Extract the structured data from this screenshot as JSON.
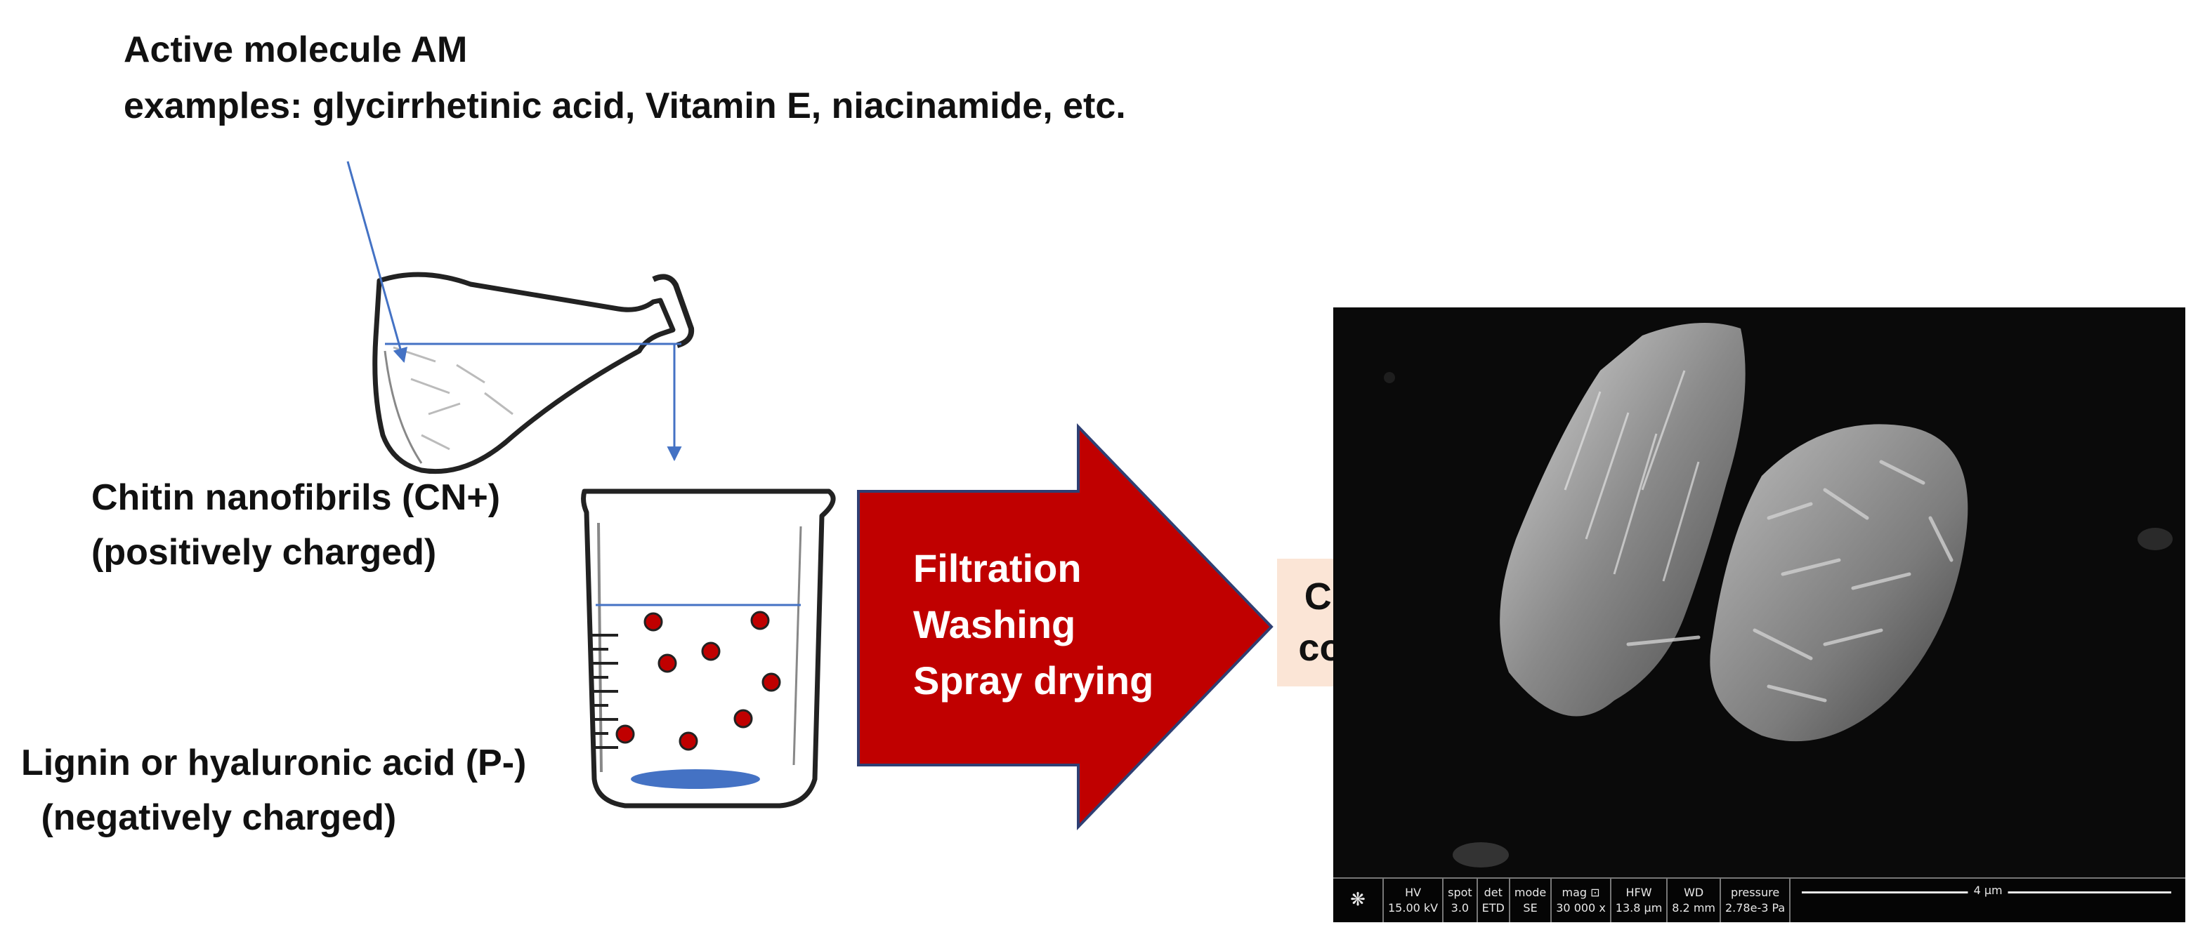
{
  "active_molecule": {
    "title": "Active molecule AM",
    "examples": "examples: glycirrhetinic acid, Vitamin E, niacinamide, etc."
  },
  "chitin": {
    "label": "Chitin nanofibrils (CN+)",
    "charge": "(positively charged)"
  },
  "polymer": {
    "label": "Lignin or hyaluronic acid (P-)",
    "charge": " (negatively charged)"
  },
  "process_arrow": {
    "steps": [
      "Filtration",
      "Washing",
      "Spray drying"
    ],
    "color": "#c00000"
  },
  "product": {
    "line1": "CN+P-/AM",
    "line2": "complexes",
    "background": "#fbe5d6"
  },
  "sem_image": {
    "logo_icon": "fei-logo-icon",
    "info": [
      {
        "header": "HV",
        "value": "15.00 kV"
      },
      {
        "header": "spot",
        "value": "3.0"
      },
      {
        "header": "det",
        "value": "ETD"
      },
      {
        "header": "mode",
        "value": "SE"
      },
      {
        "header": "mag ⊡",
        "value": "30 000 x"
      },
      {
        "header": "HFW",
        "value": "13.8 µm"
      },
      {
        "header": "WD",
        "value": "8.2 mm"
      },
      {
        "header": "pressure",
        "value": "2.78e-3 Pa"
      }
    ],
    "scale_label": "4 µm"
  },
  "colors": {
    "pointer_arrows": "#4472c4",
    "particles": "#c00000",
    "beaker_sediment": "#4472c4"
  }
}
